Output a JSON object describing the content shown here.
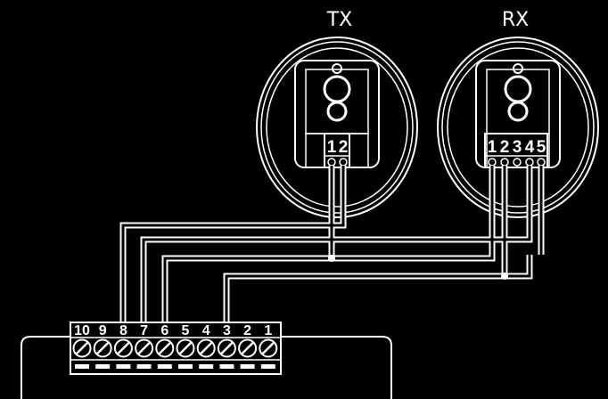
{
  "tx": {
    "label": "TX",
    "terminals": [
      "1",
      "2"
    ]
  },
  "rx": {
    "label": "RX",
    "terminals": [
      "1",
      "2",
      "3",
      "4",
      "5"
    ]
  },
  "control_board": {
    "terminals": [
      "10",
      "9",
      "8",
      "7",
      "6",
      "5",
      "4",
      "3",
      "2",
      "1"
    ]
  },
  "colors": {
    "background": "#000000",
    "line": "#ffffff"
  },
  "icons": {
    "photocell": "photocell-housing-icon",
    "screw_terminal": "screw-terminal-icon"
  }
}
